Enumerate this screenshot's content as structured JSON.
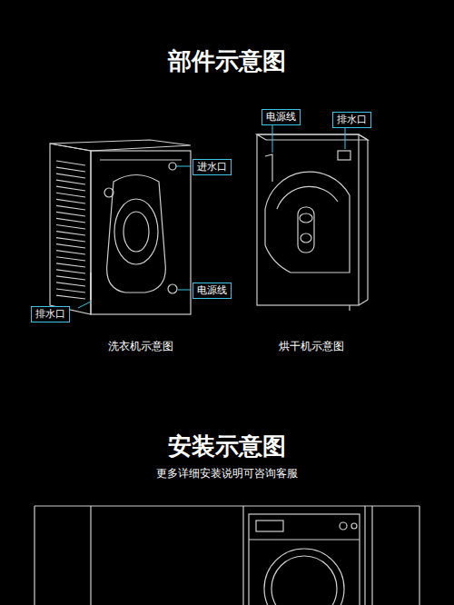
{
  "diagram": {
    "title": "部件示意图",
    "nodes": [
      {
        "text": [
          "电源线"
        ]
      },
      {
        "text": [
          "排水口"
        ]
      },
      {
        "text": [
          "进水口"
        ]
      },
      {
        "text": [
          "电源线"
        ]
      },
      {
        "text": [
          "排水口"
        ]
      }
    ],
    "labels": [
      "洗衣机示意图",
      "烘干机示意图",
      "安装示意图",
      "更多详细安装说明可咨询客服"
    ]
  }
}
